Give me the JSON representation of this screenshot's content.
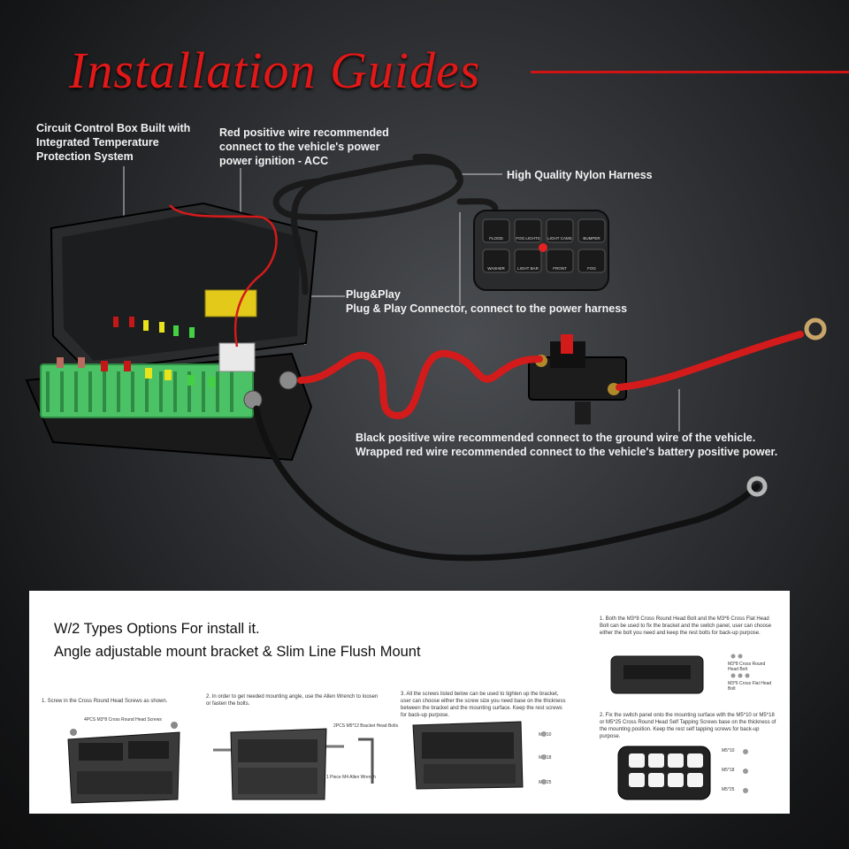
{
  "title": "Installation Guides",
  "labels": {
    "control_box": [
      "Circuit Control Box Built with",
      "Integrated Temperature",
      "Protection System"
    ],
    "red_wire": [
      "Red positive wire recommended",
      "connect to the vehicle's power",
      "power ignition - ACC"
    ],
    "harness": "High Quality Nylon Harness",
    "plug_play": [
      "Plug&Play",
      "Plug & Play Connector, connect to the power harness"
    ],
    "ground": [
      "Black positive wire recommended connect to the ground wire of the vehicle.",
      "Wrapped red wire recommended connect to the vehicle's battery positive power."
    ]
  },
  "switch_buttons": [
    "FLOOD",
    "FOG LIGHTS",
    "LIGHT CAMS",
    "BUMPER",
    "WASHER",
    "LIGHT BAR",
    "FRONT",
    "FOG"
  ],
  "install": {
    "heading1": "W/2 Types Options For install it.",
    "heading2": "Angle adjustable mount bracket & Slim Line Flush Mount",
    "steps": [
      "1. Screw in the Cross Round Head Screws as shown.",
      "2. In order to get needed mounting angle, use the Allen Wrench to loosen or fasten the bolts.",
      "3. All the screws listed below can be used to tighten up the bracket, user can choose either the screw size you need base on the thickness between the bracket and the mounting surface. Keep the rest screws for back-up purpose."
    ],
    "right_steps": [
      "1. Both the M3*8 Cross Round Head Bolt and the M3*6 Cross Flat Head Bolt can be used to fix the bracket and the switch panel, user can choose either the bolt you need and keep the rest bolts for back-up purpose.",
      "2. Fix the switch panel onto the mounting surface with the M5*10 or M5*18 or M5*25 Cross Round Head Self Tapping Screws base on the thickness of the mounting position. Keep the rest self tapping screws for back-up purpose."
    ],
    "callouts": {
      "screws4": "4PCS M3*8 Cross Round Head Screws",
      "bolts2": "2PCS M5*12 Bracket Head Bolts",
      "wrench": "1 Piece M4 Allen Wrench",
      "m3_8": "M3*8 Cross Round Head Bolt",
      "m3_6": "M3*6 Cross Flat Head Bolt",
      "sizes": [
        "M5*10",
        "M5*18",
        "M5*25"
      ]
    }
  },
  "colors": {
    "title": "#e11818",
    "fuse_block": "#4cc266",
    "wire_red": "#d41b1b",
    "wire_black": "#111111",
    "panel_bg": "#ffffff"
  }
}
